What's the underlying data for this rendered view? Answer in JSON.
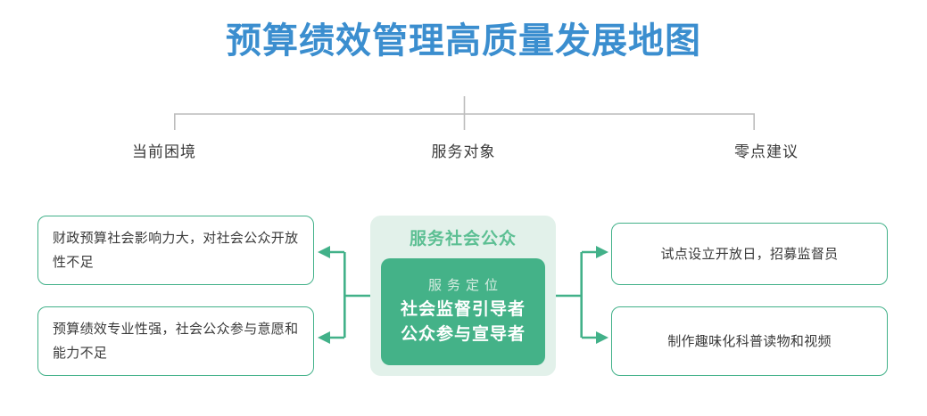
{
  "title": "预算绩效管理高质量发展地图",
  "colors": {
    "title_blue": "#3b8ecf",
    "accent_green": "#42b189",
    "inner_green": "#44b288",
    "panel_bg": "#e2f1ea",
    "heading_green": "#5cbf93",
    "connector_gray": "#bcbcbc"
  },
  "columns": {
    "left_label": "当前困境",
    "center_label": "服务对象",
    "right_label": "零点建议"
  },
  "left_boxes": [
    {
      "text": "财政预算社会影响力大，对社会公众开放性不足"
    },
    {
      "text": "预算绩效专业性强，社会公众参与意愿和能力不足"
    }
  ],
  "center": {
    "heading": "服务社会公众",
    "subtitle": "服务定位",
    "roles": [
      "社会监督引导者",
      "公众参与宣导者"
    ]
  },
  "right_boxes": [
    {
      "text": "试点设立开放日，招募监督员"
    },
    {
      "text": "制作趣味化科普读物和视频"
    }
  ]
}
